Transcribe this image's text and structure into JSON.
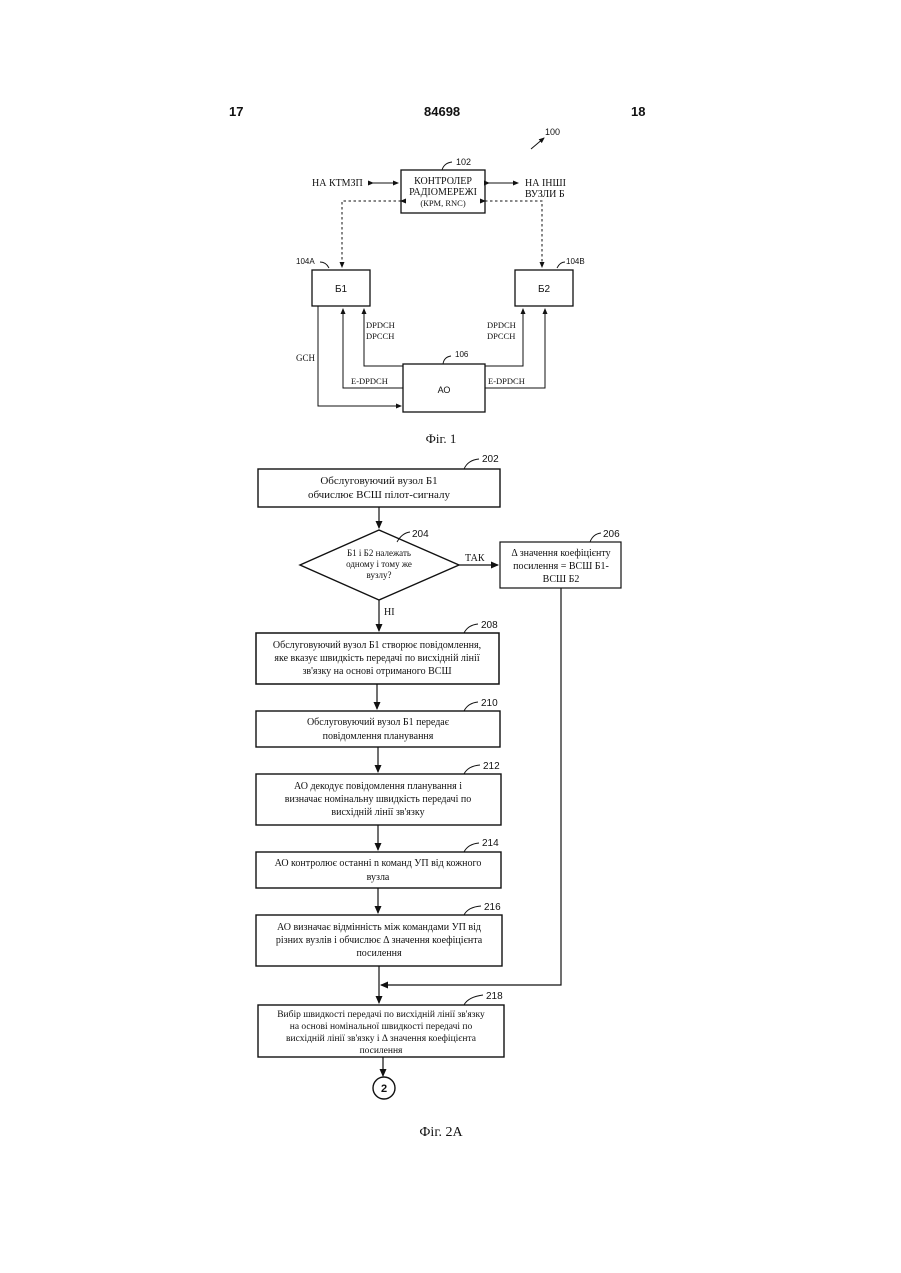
{
  "header": {
    "left_page": "17",
    "patent_number": "84698",
    "right_page": "18"
  },
  "fig1": {
    "system_ref": "100",
    "controller": {
      "ref": "102",
      "lines": [
        "КОНТРОЛЕР",
        "РАДІОМЕРЕЖІ",
        "(КРМ, RNC)"
      ]
    },
    "left_link": "НА КТМЗП",
    "right_link": [
      "НА ІНШІ",
      "ВУЗЛИ Б"
    ],
    "node1": {
      "ref": "104A",
      "label": "Б1"
    },
    "node2": {
      "ref": "104B",
      "label": "Б2"
    },
    "ue": {
      "ref": "106",
      "label": "АО"
    },
    "gch": "GCH",
    "dpdch": "DPDCH",
    "dpcch": "DPCCH",
    "edpdch": "E-DPDCH",
    "caption": "Фіг. 1"
  },
  "fig2a": {
    "caption": "Фіг. 2А",
    "yes_label": "ТАК",
    "no_label": "НІ",
    "connector": "2",
    "steps": [
      {
        "ref": "202",
        "lines": [
          "Обслуговуючий вузол Б1",
          "обчислює ВСШ пілот-сигналу"
        ]
      },
      {
        "ref": "204",
        "lines": [
          "Б1 і Б2 належать",
          "одному і тому же",
          "вузлу?"
        ]
      },
      {
        "ref": "206",
        "lines": [
          "Δ значення коефіцієнту",
          "посилення = ВСШ Б1-",
          "ВСШ Б2"
        ]
      },
      {
        "ref": "208",
        "lines": [
          "Обслуговуючий вузол Б1 створює повідомлення,",
          "яке вказує швидкість передачі по висхідній лінії",
          "зв'язку на основі отриманого ВСШ"
        ]
      },
      {
        "ref": "210",
        "lines": [
          "Обслуговуючий вузол Б1 передає",
          "повідомлення планування"
        ]
      },
      {
        "ref": "212",
        "lines": [
          "АО декодує повідомлення планування і",
          "визначає номінальну швидкість передачі по",
          "висхідній лінії зв'язку"
        ]
      },
      {
        "ref": "214",
        "lines": [
          "АО контролює останні n команд УП від кожного",
          "вузла"
        ]
      },
      {
        "ref": "216",
        "lines": [
          "АО визначає відмінність між командами УП від",
          "різних вузлів і обчислює Δ значення коефіцієнта",
          "посилення"
        ]
      },
      {
        "ref": "218",
        "lines": [
          "Вибір швидкості передачі по висхідній лінії зв'язку",
          "на основі номінальної швидкості передачі по",
          "висхідній лінії зв'язку і Δ значення коефіцієнта",
          "посилення"
        ]
      }
    ]
  }
}
